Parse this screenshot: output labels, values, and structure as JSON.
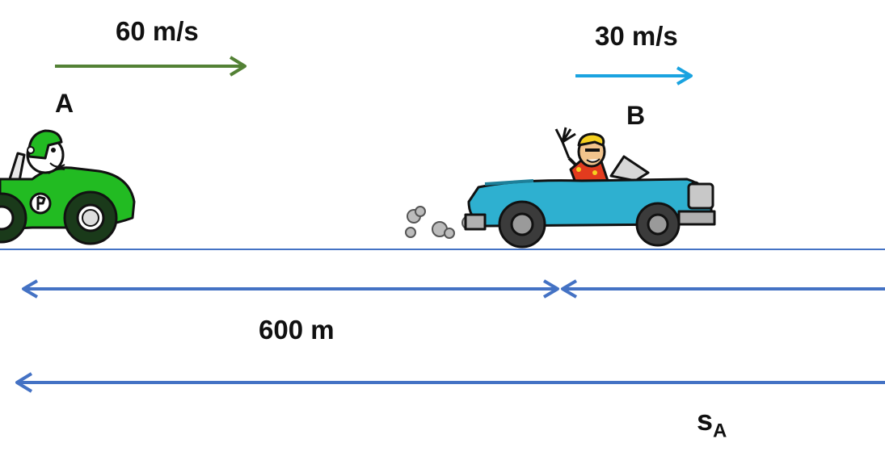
{
  "labels": {
    "speed_a": "60 m/s",
    "speed_b": "30 m/s",
    "car_a": "A",
    "car_b": "B",
    "distance": "600 m",
    "displacement_symbol": "s",
    "displacement_subscript": "A"
  },
  "colors": {
    "arrow_a": "#538135",
    "arrow_b": "#1aa3e0",
    "dimension_lines": "#4472c4",
    "car_a_body": "#22bb22",
    "car_b_body": "#2eb0d0"
  }
}
